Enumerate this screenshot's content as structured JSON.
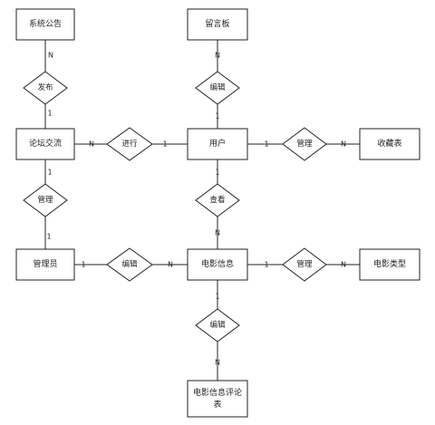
{
  "entities": {
    "announcement": "系统公告",
    "message_board": "留言板",
    "forum": "论坛交流",
    "user": "用户",
    "favorites": "收藏表",
    "admin": "管理员",
    "movie_info": "电影信息",
    "movie_type": "电影类型",
    "review_line1": "电影信息评论",
    "review_line2": "表"
  },
  "relationships": {
    "publish": "发布",
    "edit_message": "编辑",
    "proceed": "进行",
    "manage_favorites": "管理",
    "manage_forum": "管理",
    "view": "查看",
    "edit_movie": "编辑",
    "manage_type": "管理",
    "edit_review": "编辑"
  },
  "cardinalities": {
    "publish_top": "N",
    "publish_bottom": "1",
    "msg_top": "N",
    "msg_bottom": "1",
    "proceed_left": "N",
    "proceed_right": "1",
    "fav_left": "1",
    "fav_right": "N",
    "manage_forum_top": "1",
    "manage_forum_bottom": "1",
    "view_top": "1",
    "view_bottom": "N",
    "edit_movie_left": "1",
    "edit_movie_right": "N",
    "type_left": "1",
    "type_right": "N",
    "review_top": "1",
    "review_bottom": "N"
  },
  "colors": {
    "stroke": "#222222",
    "fill": "#ffffff"
  }
}
